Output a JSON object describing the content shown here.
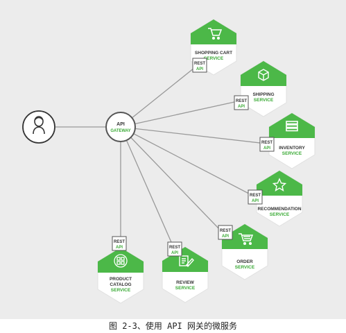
{
  "gateway": {
    "line1": "API",
    "line2": "GATEWAY"
  },
  "client": {
    "icon": "user-icon"
  },
  "rest_badge": {
    "line1": "REST",
    "line2": "API"
  },
  "services": [
    {
      "line1": "SHOPPING CART",
      "line2": "",
      "tag": "SERVICE",
      "icon": "shopping-cart-icon"
    },
    {
      "line1": "SHIPPING",
      "line2": "",
      "tag": "SERVICE",
      "icon": "package-icon"
    },
    {
      "line1": "INVENTORY",
      "line2": "",
      "tag": "SERVICE",
      "icon": "stack-icon"
    },
    {
      "line1": "RECOMMENDATION",
      "line2": "",
      "tag": "SERVICE",
      "icon": "star-icon"
    },
    {
      "line1": "ORDER",
      "line2": "",
      "tag": "SERVICE",
      "icon": "cart-icon"
    },
    {
      "line1": "REVIEW",
      "line2": "",
      "tag": "SERVICE",
      "icon": "edit-icon"
    },
    {
      "line1": "PRODUCT",
      "line2": "CATALOG",
      "tag": "SERVICE",
      "icon": "grid-icon"
    }
  ],
  "caption": "图 2-3、使用 API 网关的微服务",
  "colors": {
    "green": "#4cb848",
    "green_text": "#3aaa35",
    "hex_fill": "#ffffff",
    "line": "#999999",
    "background": "#ececec",
    "dark": "#333333"
  }
}
